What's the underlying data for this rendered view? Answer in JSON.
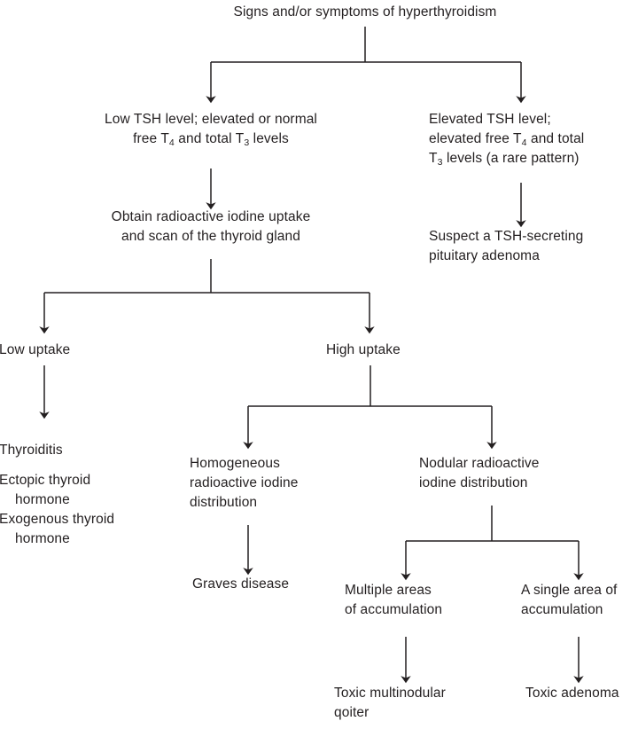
{
  "diagram": {
    "title": "Signs and/or symptoms of hyperthyroidism",
    "type": "flowchart",
    "stroke_color": "#231f20",
    "text_color": "#231f20",
    "background_color": "#ffffff"
  },
  "nodes": {
    "root": "Signs and/or symptoms of hyperthyroidism",
    "low_tsh_line1": "Low TSH level; elevated or normal",
    "low_tsh_line2a": "free T",
    "low_tsh_sub1": "4",
    "low_tsh_line2b": " and total T",
    "low_tsh_sub2": "3",
    "low_tsh_line2c": " levels",
    "elevated_tsh_line1": "Elevated TSH level;",
    "elevated_tsh_line2a": "elevated free T",
    "elevated_tsh_sub1": "4",
    "elevated_tsh_line2b": " and total",
    "elevated_tsh_line3a": "T",
    "elevated_tsh_sub2": "3",
    "elevated_tsh_line3b": " levels (a rare pattern)",
    "obtain_uptake": "Obtain radioactive iodine uptake\nand scan of the thyroid gland",
    "pituitary_adenoma": "Suspect a TSH-secreting\npituitary adenoma",
    "low_uptake": "Low uptake",
    "high_uptake": "High uptake",
    "thyroiditis": "Thyroiditis",
    "ectopic_thyroid_main": "Ectopic thyroid",
    "ectopic_thyroid_cont": "hormone",
    "exogenous_thyroid_main": "Exogenous thyroid",
    "exogenous_thyroid_cont": "hormone",
    "homogeneous": "Homogeneous\nradioactive iodine\ndistribution",
    "nodular": "Nodular radioactive\niodine distribution",
    "graves": "Graves disease",
    "multiple_areas": "Multiple areas\nof accumulation",
    "single_area": "A single area of\naccumulation",
    "toxic_multinodular": "Toxic multinodular\nqoiter",
    "toxic_adenoma": "Toxic adenoma"
  }
}
